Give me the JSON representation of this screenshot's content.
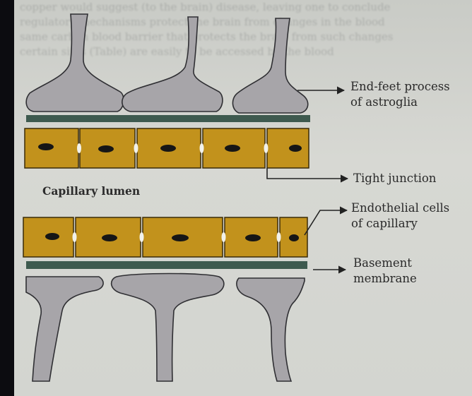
{
  "labels": {
    "endfeet_line1": "End-feet process",
    "endfeet_line2": "of astroglia",
    "tight_junction": "Tight junction",
    "capillary_lumen": "Capillary lumen",
    "endothelial_line1": "Endothelial cells",
    "endothelial_line2": "of capillary",
    "basement_line1": "Basement",
    "basement_line2": "membrane"
  },
  "background_text": [
    "copper would suggest (to the brain) disease, leaving one to conclude",
    "regulatory mechanisms protect the brain from changes in the blood",
    "same carbon blood barrier that protects the brain from such changes",
    "certain sites (Table) are easily to be accessed by the blood"
  ],
  "colors": {
    "astroglia": "#a7a5a9",
    "astroglia_outline": "#2f2f33",
    "membrane": "#3e5a4f",
    "cell": "#c2921c",
    "nucleus": "#161616",
    "junction": "#f2f2ec",
    "page": "#d3d5d0"
  }
}
